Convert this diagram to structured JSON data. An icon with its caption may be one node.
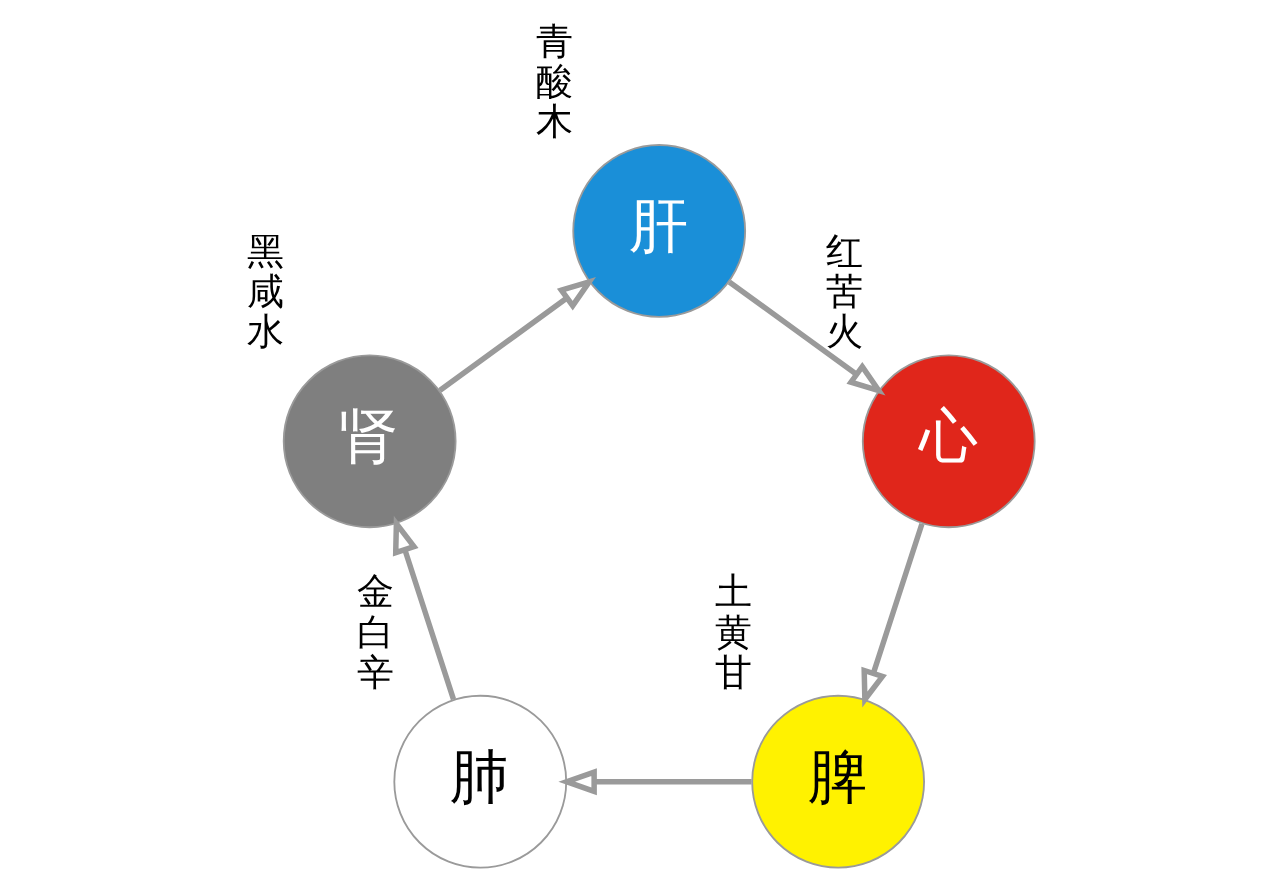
{
  "diagram": {
    "nodes": [
      {
        "text": [
          "肝"
        ],
        "beside": [
          "青",
          "酸",
          "木"
        ]
      },
      {
        "text": [
          "肾"
        ],
        "beside": [
          "黑",
          "咸",
          "水"
        ]
      },
      {
        "text": [
          "心"
        ],
        "beside": [
          "红",
          "苦",
          "火"
        ]
      },
      {
        "text": [
          "肺"
        ],
        "beside": [
          "金",
          "白",
          "辛"
        ]
      },
      {
        "text": [
          "脾"
        ],
        "beside": [
          "土",
          "黄",
          "甘"
        ]
      }
    ],
    "edges": [
      {
        "from": 0,
        "to": 2,
        "arrow": "to"
      },
      {
        "from": 2,
        "to": 4,
        "arrow": "to"
      },
      {
        "from": 4,
        "to": 3,
        "arrow": "to"
      },
      {
        "from": 3,
        "to": 1,
        "arrow": "to"
      },
      {
        "from": 1,
        "to": 0,
        "arrow": "to"
      }
    ]
  }
}
